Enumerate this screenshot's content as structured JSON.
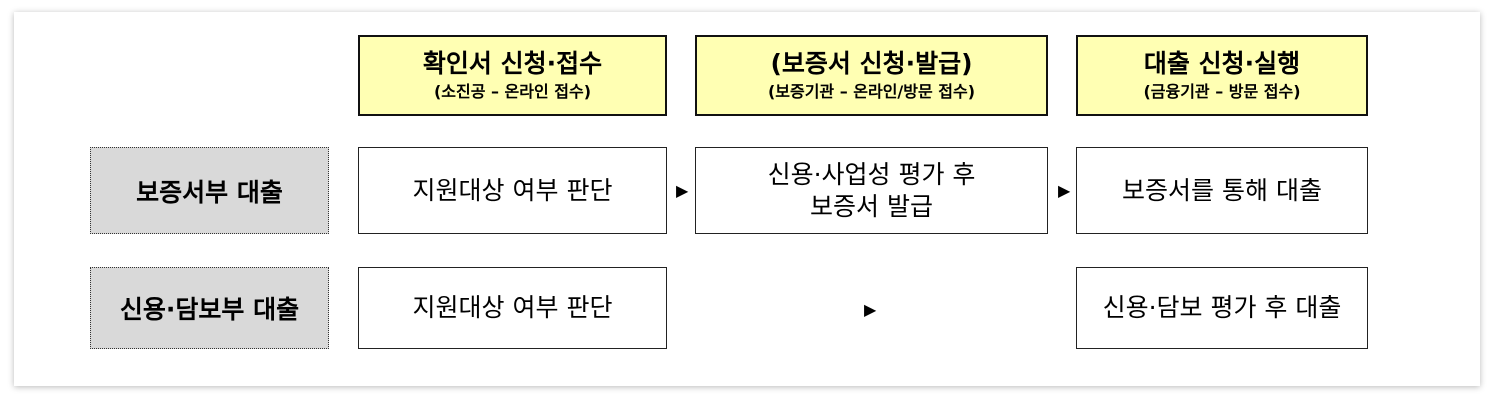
{
  "headers": [
    {
      "title": "확인서 신청·접수",
      "sub": "(소진공 – 온라인 접수)"
    },
    {
      "title": "(보증서 신청·발급)",
      "sub": "(보증기관 – 온라인/방문 접수)"
    },
    {
      "title": "대출 신청·실행",
      "sub": "(금융기관 – 방문 접수)"
    }
  ],
  "rows": [
    {
      "label": "보증서부 대출",
      "step1": "지원대상 여부 판단",
      "step2_line1": "신용·사업성 평가 후",
      "step2_line2": "보증서 발급",
      "step3": "보증서를 통해 대출"
    },
    {
      "label": "신용·담보부 대출",
      "step1": "지원대상 여부 판단",
      "step3": "신용·담보 평가 후 대출"
    }
  ],
  "arrow_glyph": "▶",
  "colors": {
    "header_fill": "#ffffb3",
    "label_fill": "#d9d9d9"
  }
}
